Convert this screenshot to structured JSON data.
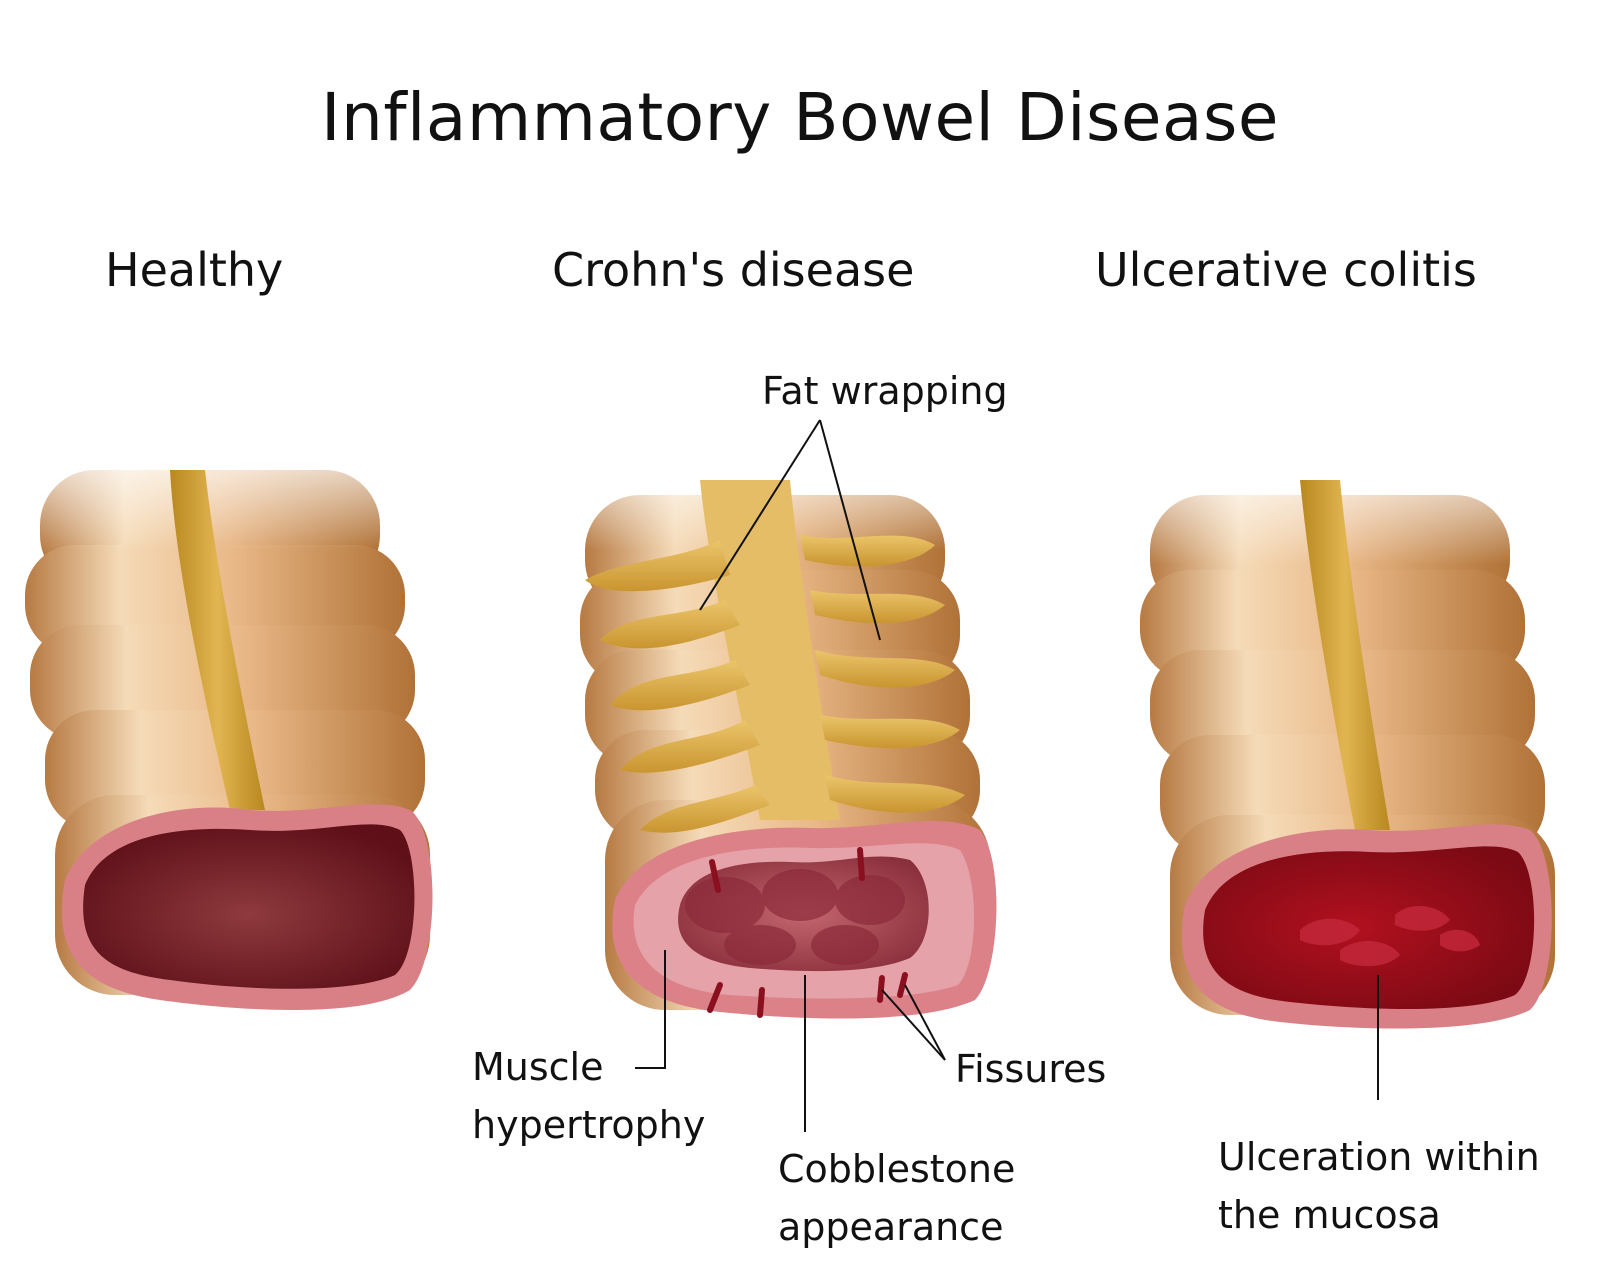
{
  "title": "Inflammatory Bowel Disease",
  "panels": [
    {
      "heading": "Healthy"
    },
    {
      "heading": "Crohn's disease",
      "labels": {
        "fat_wrapping": "Fat wrapping",
        "muscle": "Muscle\nhypertrophy",
        "cobblestone": "Cobblestone\nappearance",
        "fissures": "Fissures"
      }
    },
    {
      "heading": "Ulcerative colitis",
      "labels": {
        "ulceration": "Ulceration within\nthe mucosa"
      }
    }
  ],
  "colors": {
    "bowel_light": "#f2d3ad",
    "bowel_mid": "#dba26c",
    "bowel_dark": "#a86a35",
    "band": "#c99a2e",
    "fat": "#e2b44e",
    "rim": "#dc8088",
    "lumen_healthy": "#7c1c26",
    "lumen_uc": "#a8101e"
  }
}
